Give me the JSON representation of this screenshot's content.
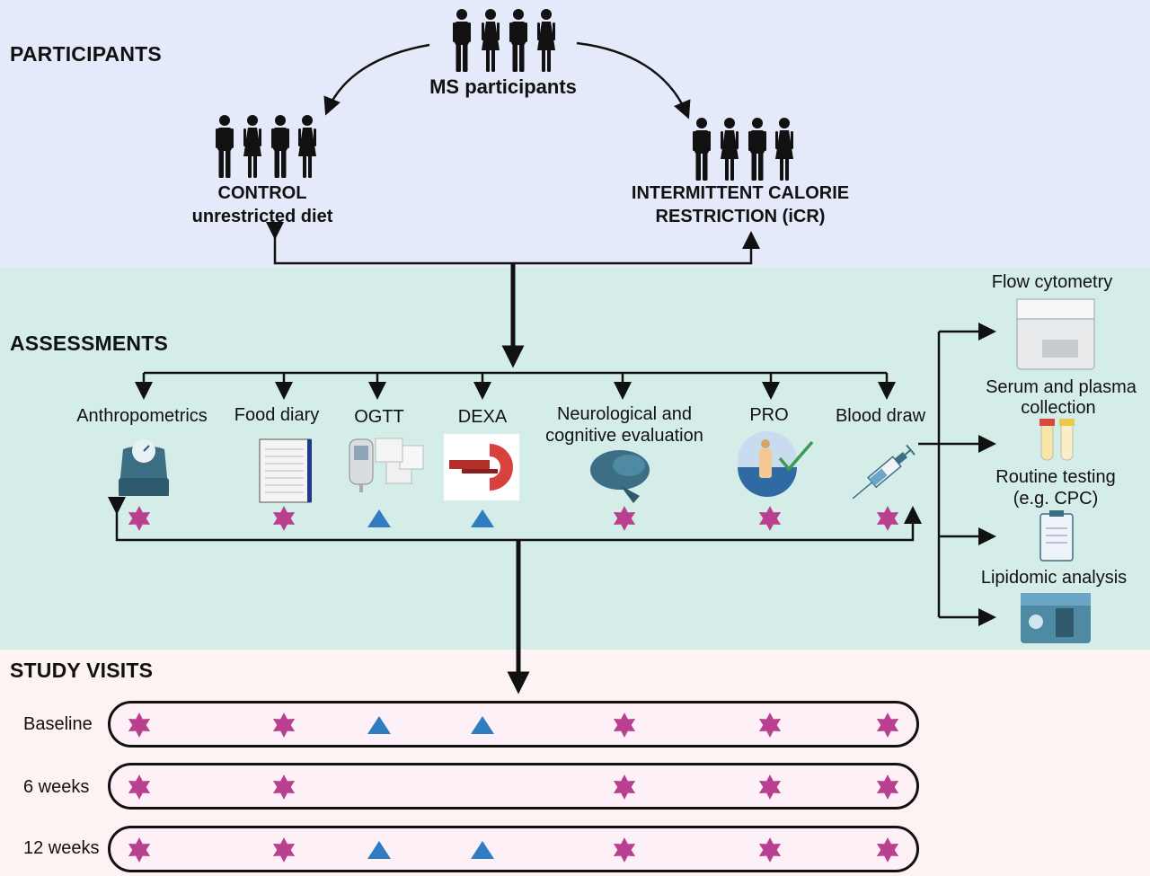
{
  "sections": {
    "participants": "PARTICIPANTS",
    "assessments": "ASSESSMENTS",
    "visits": "STUDY VISITS"
  },
  "participants": {
    "top": "MS participants",
    "control": {
      "line1": "CONTROL",
      "line2": "unrestricted diet"
    },
    "icr": {
      "line1": "INTERMITTENT CALORIE",
      "line2": "RESTRICTION (iCR)"
    }
  },
  "assessments": [
    {
      "key": "anthro",
      "label": "Anthropometrics",
      "icon": "scale-icon",
      "marker": "star"
    },
    {
      "key": "food",
      "label": "Food diary",
      "icon": "notebook-icon",
      "marker": "star"
    },
    {
      "key": "ogtt",
      "label": "OGTT",
      "icon": "glucometer-icon",
      "marker": "triangle"
    },
    {
      "key": "dexa",
      "label": "DEXA",
      "icon": "dexa-scanner-icon",
      "marker": "triangle"
    },
    {
      "key": "neuro",
      "label1": "Neurological and",
      "label2": "cognitive evaluation",
      "icon": "brain-icon",
      "marker": "star"
    },
    {
      "key": "pro",
      "label": "PRO",
      "icon": "patient-check-icon",
      "marker": "star"
    },
    {
      "key": "blood",
      "label": "Blood draw",
      "icon": "syringe-icon",
      "marker": "star"
    }
  ],
  "blood_outputs": {
    "flow": "Flow cytometry",
    "serum1": "Serum and plasma",
    "serum2": "collection",
    "routine1": "Routine testing",
    "routine2": "(e.g. CPC)",
    "lipid": "Lipidomic analysis"
  },
  "visits": [
    {
      "label": "Baseline",
      "markers": [
        "star",
        "star",
        "triangle",
        "triangle",
        "star",
        "star",
        "star"
      ]
    },
    {
      "label": "6 weeks",
      "markers": [
        "star",
        "star",
        "none",
        "none",
        "star",
        "star",
        "star"
      ]
    },
    {
      "label": "12 weeks",
      "markers": [
        "star",
        "star",
        "triangle",
        "triangle",
        "star",
        "star",
        "star"
      ]
    }
  ],
  "colors": {
    "star": "#b8408e",
    "triangle": "#2f7cc1",
    "participants_bg": "#e4eaf9",
    "assessments_bg": "#d4ede9",
    "visits_bg": "#fdf3f3"
  }
}
